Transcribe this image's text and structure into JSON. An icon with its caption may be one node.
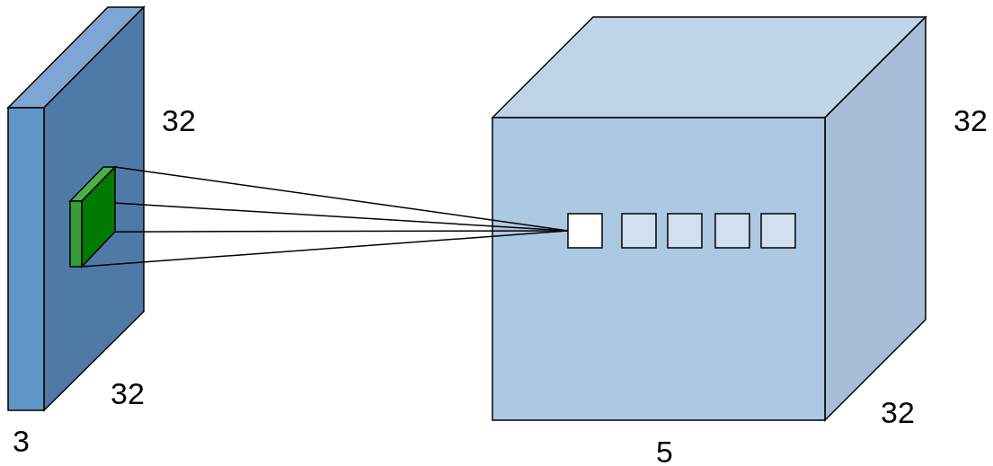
{
  "diagram": {
    "nodes": [
      {
        "text": [],
        "shape": "box"
      },
      {
        "text": [],
        "shape": "box"
      },
      {
        "text": [],
        "shape": "box"
      },
      {
        "text": [],
        "shape": "box"
      },
      {
        "text": [],
        "shape": "box"
      },
      {
        "text": [],
        "shape": "box"
      }
    ],
    "edges": [
      {
        "from": 0,
        "to": 1,
        "arrow": "none"
      },
      {
        "from": 0,
        "to": 1,
        "arrow": "none"
      },
      {
        "from": 0,
        "to": 1,
        "arrow": "none"
      },
      {
        "from": 0,
        "to": 1,
        "arrow": "none"
      }
    ],
    "labels": [
      "32",
      "32",
      "32",
      "32",
      "3",
      "5"
    ]
  }
}
